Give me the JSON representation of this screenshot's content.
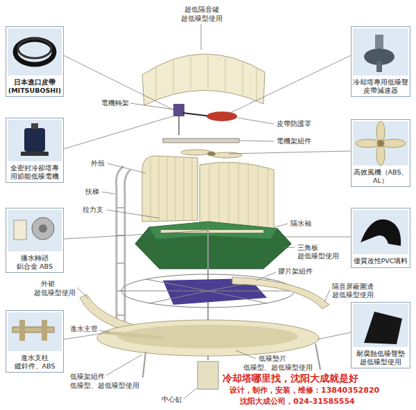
{
  "diagram": {
    "nodes": [
      {
        "text": [
          "日本進口皮帶",
          "(MITSUBOSHI)"
        ]
      },
      {
        "text": [
          "冷却塔專用低噪聲皮帶減速器"
        ]
      },
      {
        "text": [
          "全密封冷卻塔專用節能低噪電機"
        ]
      },
      {
        "text": [
          "高效風機（ABS、AL）"
        ]
      },
      {
        "text": [
          "播水轉頭",
          "鋁合金 ABS"
        ]
      },
      {
        "text": [
          "優質改性PVC填料"
        ]
      },
      {
        "text": [
          "進水支柱",
          "鍍鋅件、ABS"
        ]
      },
      {
        "text": [
          "耐腐蝕低噪聲墊",
          "超低噪型使用"
        ]
      }
    ],
    "labels": [
      "超低隔音罐",
      "超低噪型使用",
      "電機轉架",
      "皮帶防護罩",
      "電機架組件",
      "外殼",
      "扶梯",
      "拉力支",
      "隔水袖",
      "三角板",
      "超低噪型使用",
      "膠片架組件",
      "外裙",
      "超低噪型使用",
      "隔音屏蔽圍邊",
      "超低噪型使用",
      "進水主管",
      "低噪架組件",
      "低噪型、超低噪型使用",
      "低噪墊片",
      "低噪型、超低噪型使用",
      "中心缸",
      "冷却塔哪里找，沈阳大成就是好",
      "设计，制作，安装，维修：13840352820",
      "沈阳大成公司，024-31585554"
    ]
  }
}
